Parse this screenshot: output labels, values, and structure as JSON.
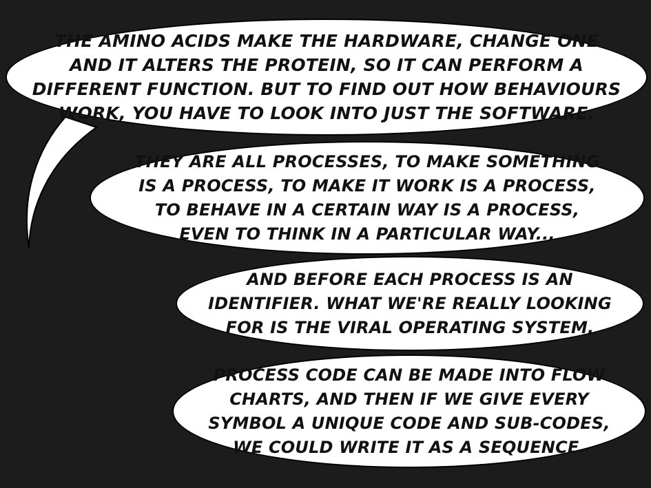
{
  "speech_bubbles": [
    {
      "lines": [
        "The amino acids make the hardware, change one",
        "and it alters the protein, so it can perform a",
        "different function. But to find out how behaviours",
        "work, you have to look into just the software."
      ]
    },
    {
      "lines": [
        "They are all processes, to make something",
        "is a process, to make it work is a process,",
        "to behave in a certain way is a process,",
        "even to think in a particular way..."
      ]
    },
    {
      "lines": [
        "And before each process is an",
        "identifier. What we're really looking",
        "for is the viral operating system."
      ]
    },
    {
      "lines": [
        "Process code can be made into flow",
        "charts, and then if we give every",
        "symbol a unique code and sub-codes,",
        "we could write it as a sequence."
      ]
    }
  ],
  "colors": {
    "background": "#1c1c1c",
    "bubble_fill": "#ffffff",
    "text": "#111111"
  }
}
